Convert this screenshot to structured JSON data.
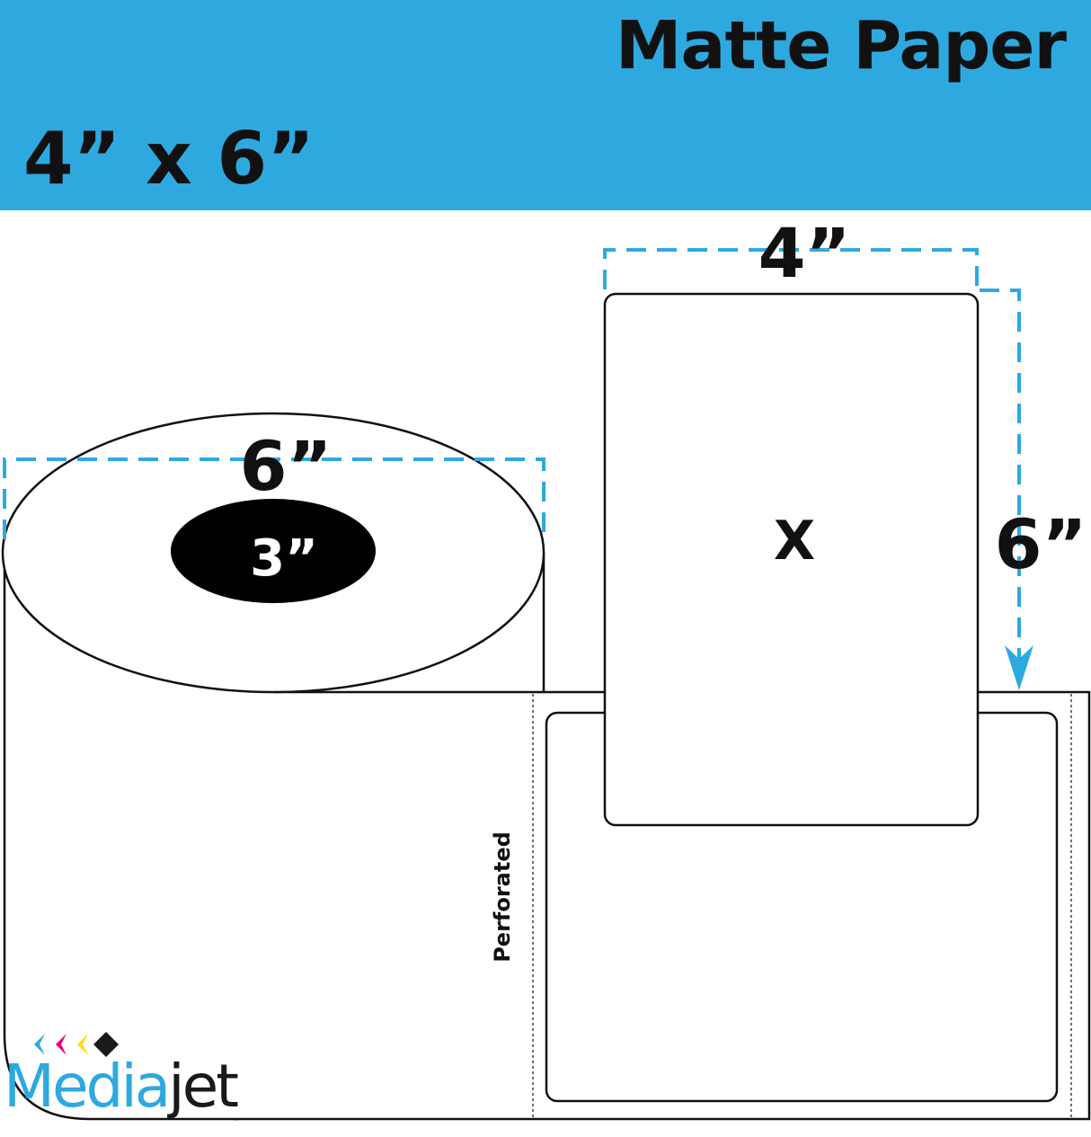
{
  "header": {
    "title": "Matte Paper",
    "size": "4” x 6”",
    "background_color": "#2EA9E0"
  },
  "roll": {
    "width_label": "6”",
    "core_label": "3”"
  },
  "label": {
    "width_label": "4”",
    "height_label": "6”",
    "center_mark": "X"
  },
  "liner": {
    "perforated_label": "Perforated"
  },
  "brand": {
    "name_part1": "Media",
    "name_part2": "jet",
    "icon_colors": [
      "#2EA9E0",
      "#E6007E",
      "#FFE100",
      "#1a1a1a"
    ]
  },
  "colors": {
    "dimension_line": "#2EA9E0",
    "outline": "#111111"
  }
}
